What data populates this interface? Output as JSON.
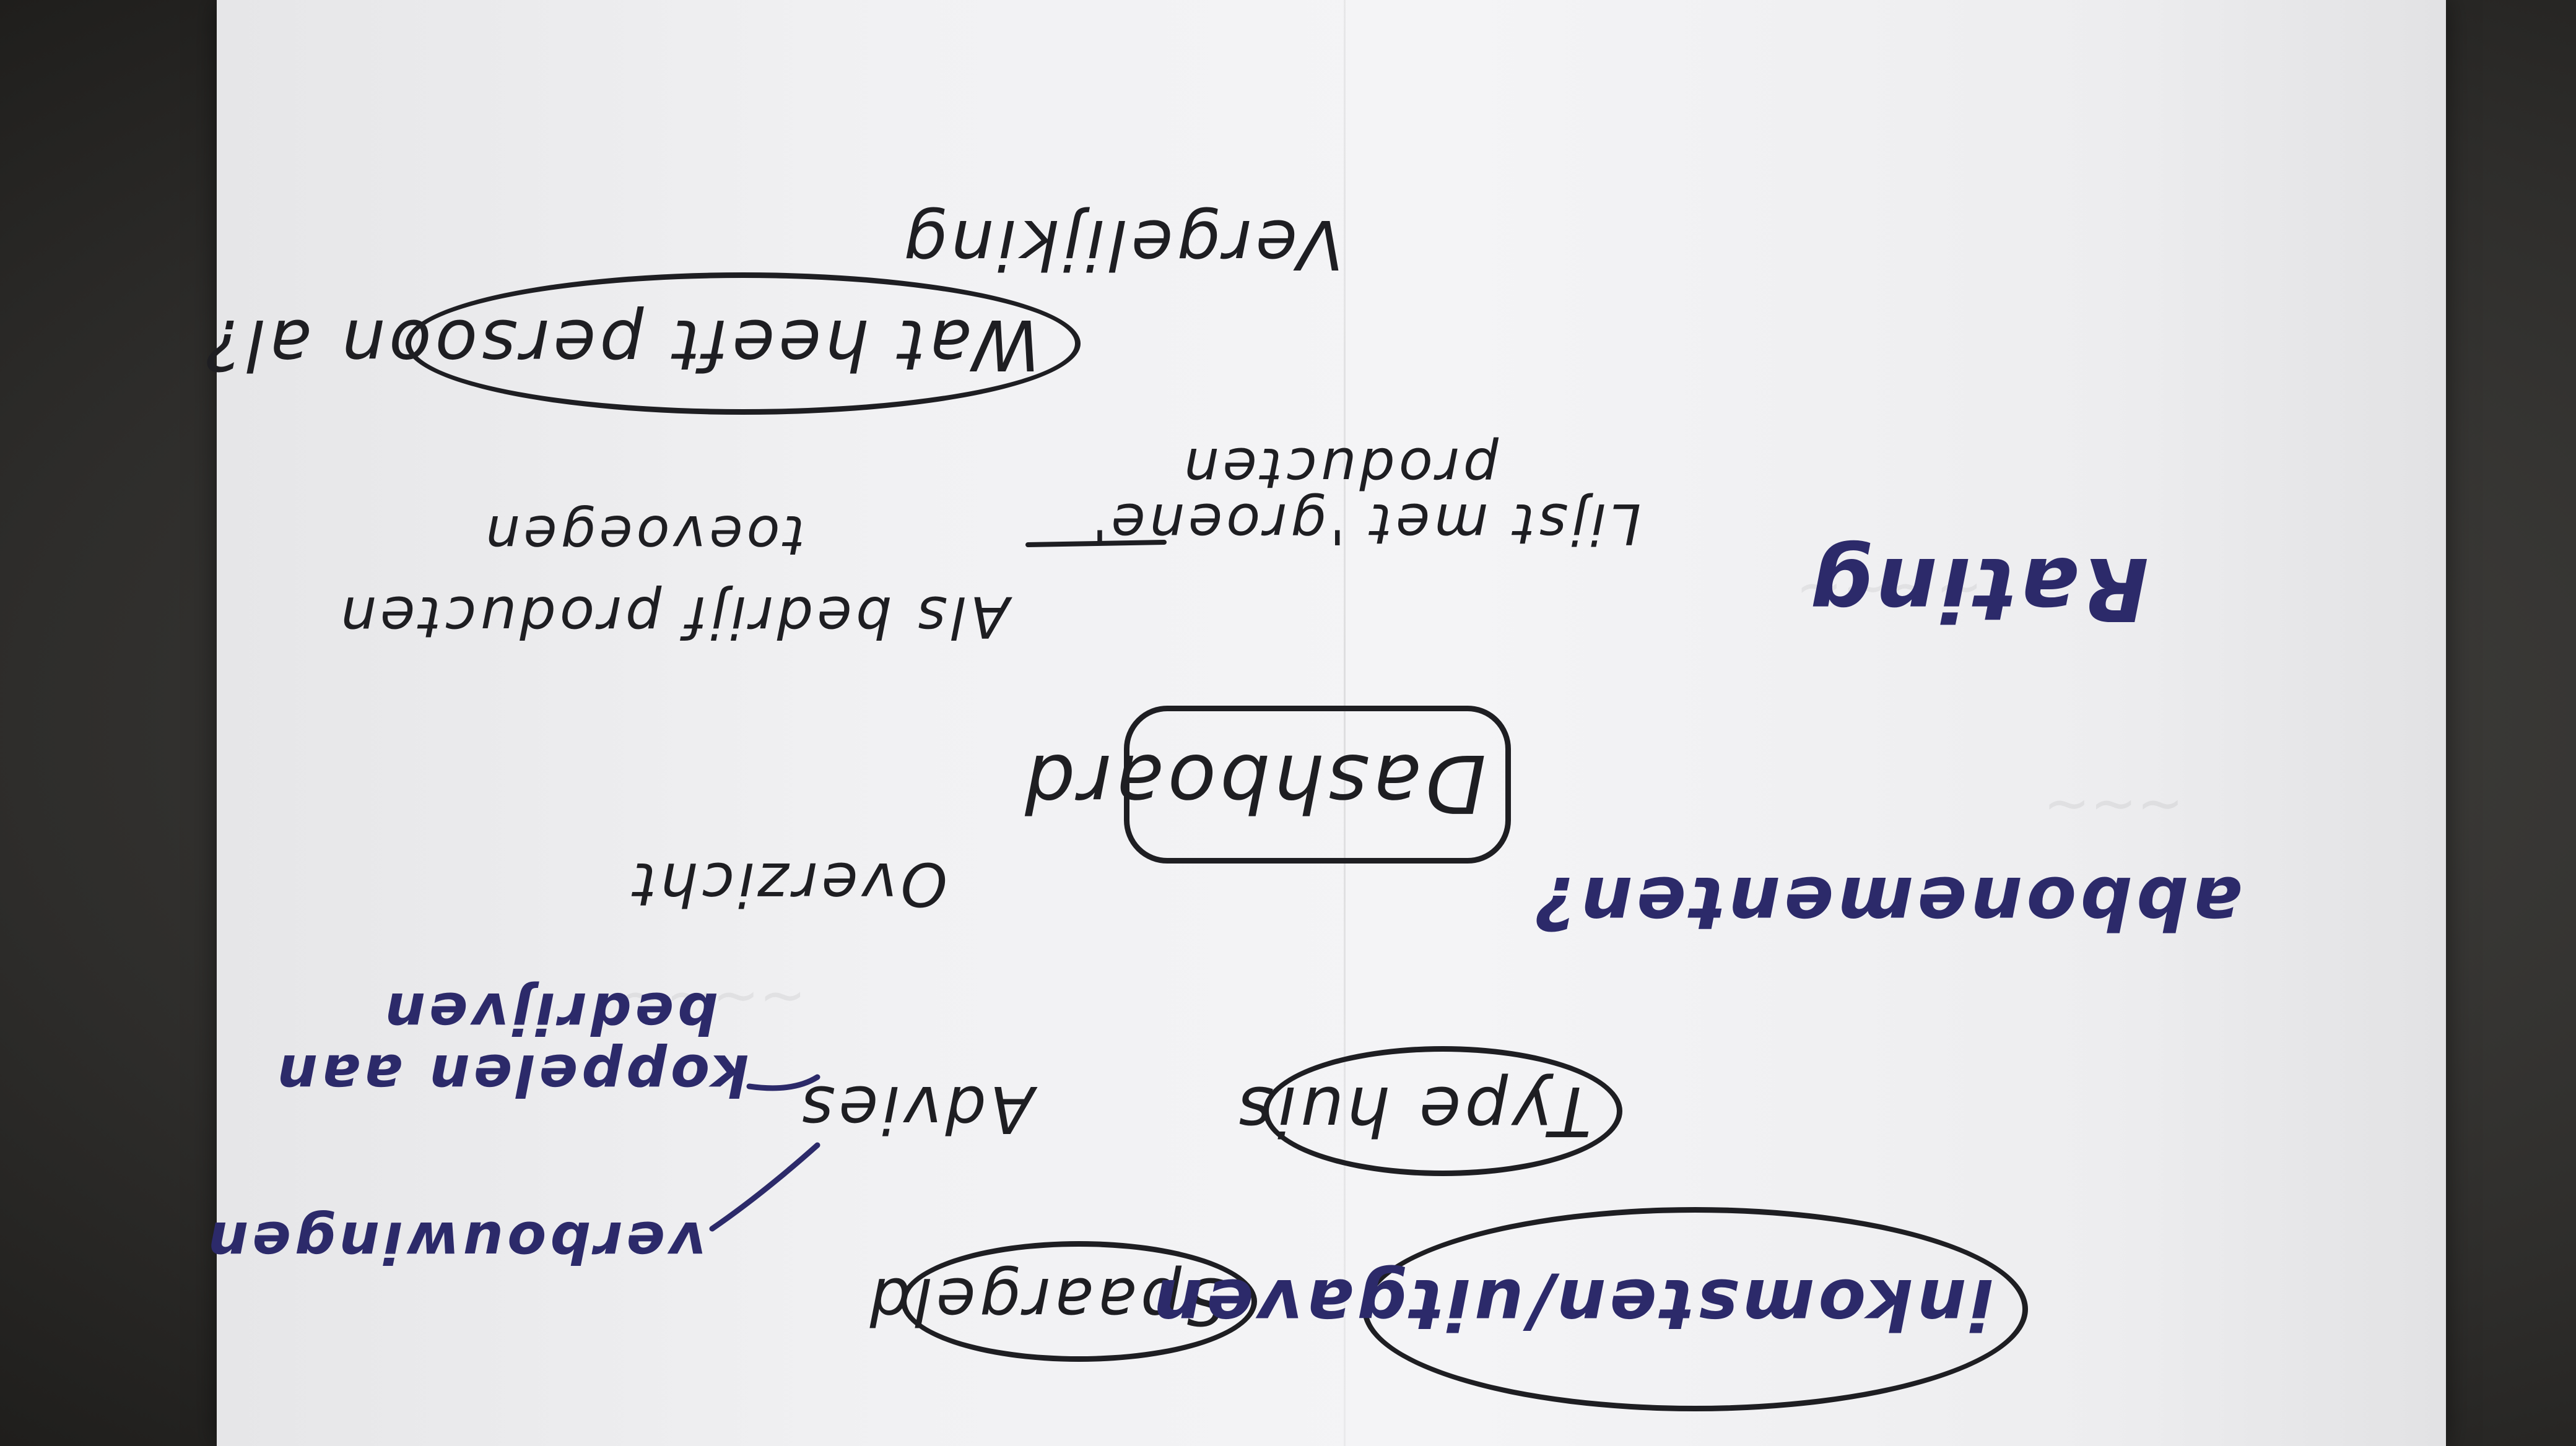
{
  "notes": {
    "wat_heeft": "Wat heeft persoon al?",
    "vergelijking": "Vergelijking",
    "rating": "Rating",
    "lijst_met": "Lijst met 'groene'",
    "producten": "producten",
    "als_bedrijf": "Als bedrijf producten",
    "toevoegen": "toevoegen",
    "dashboard": "Dashboard",
    "abbonementen": "abbonementen?",
    "overzicht": "Overzicht",
    "type_huis": "Type huis",
    "advies": "Advies",
    "koppelen_aan": "koppelen aan",
    "bedrijven": "bedrijven",
    "verbouwingen": "verbouwingen",
    "spaargeld": "Spaargeld",
    "inkomsten": "inkomsten/uitgaven"
  },
  "colors": {
    "black_ink": "#1e1e22",
    "blue_ink": "#2c2a6a",
    "paper": "#f2f2f4",
    "table": "#2e2d2b"
  }
}
